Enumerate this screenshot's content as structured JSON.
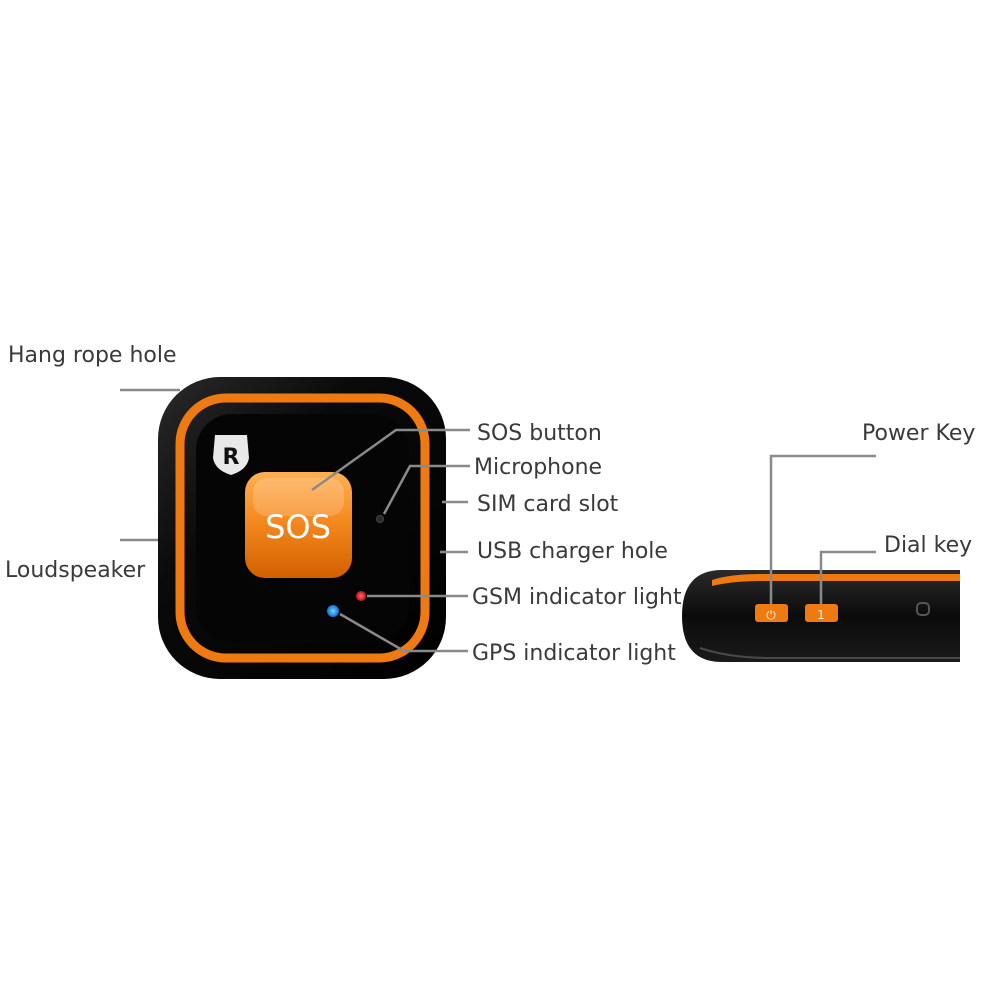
{
  "front_device": {
    "sos_label": "SOS",
    "logo_letter": "R"
  },
  "labels": {
    "hang_rope_hole": "Hang rope hole",
    "loudspeaker": "Loudspeaker",
    "sos_button": "SOS button",
    "microphone": "Microphone",
    "sim_card_slot": "SIM card slot",
    "usb_charger_hole": "USB charger hole",
    "gsm_indicator_light": "GSM indicator light",
    "gps_indicator_light": "GPS indicator light",
    "power_key": "Power Key",
    "dial_key": "Dial key"
  },
  "side_device": {
    "power_key_symbol": "⏻",
    "dial_key_symbol": "1"
  },
  "colors": {
    "body": "#0d0d0d",
    "accent_orange": "#f07a12",
    "gsm_light": "#e8202a",
    "gps_light": "#1a8fe8"
  }
}
